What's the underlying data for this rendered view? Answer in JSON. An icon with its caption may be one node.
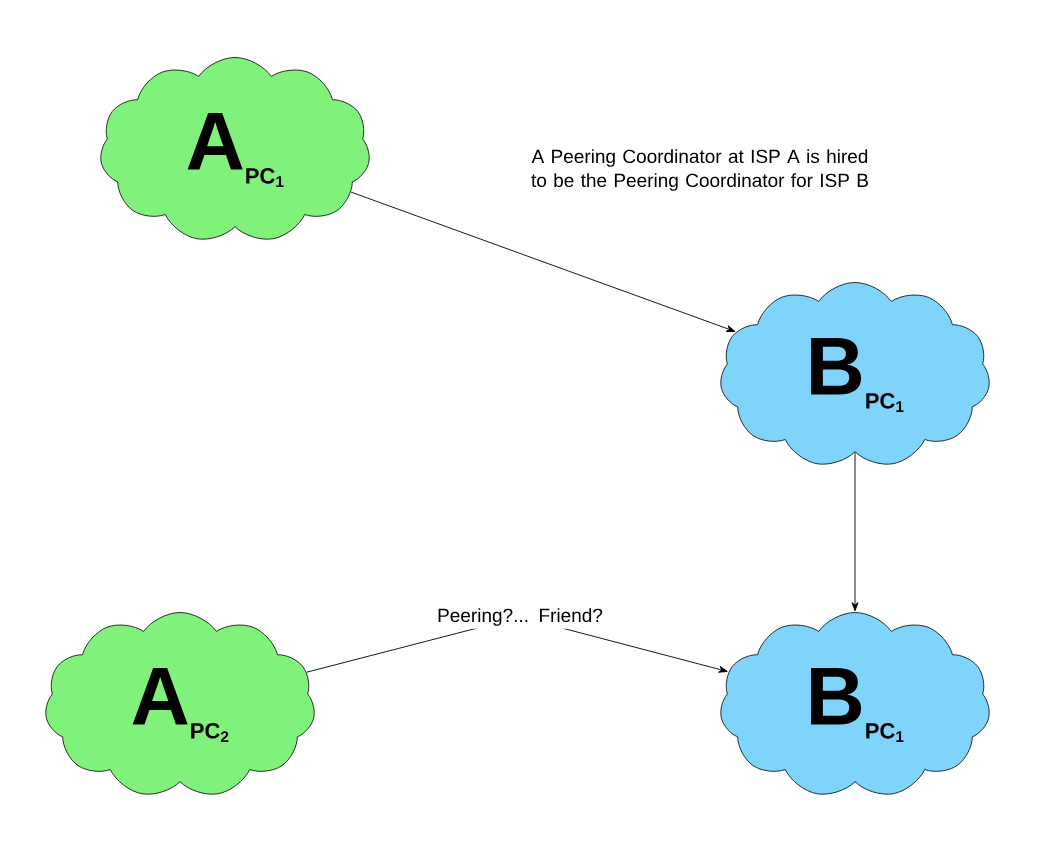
{
  "diagram": {
    "nodes": [
      {
        "text": [
          "A",
          "PC$_{1}$"
        ]
      },
      {
        "text": [
          "B",
          "PC$_{1}$"
        ]
      },
      {
        "text": [
          "A",
          "PC$_{2}$"
        ]
      },
      {
        "text": [
          "B",
          "PC$_{1}$"
        ]
      }
    ],
    "edges": [
      {
        "from": 0,
        "to": 1,
        "arrow": "to",
        "label": "A Peering Coordinator at ISP A is hired to be the Peering Coordinator for ISP B"
      },
      {
        "from": 1,
        "to": 3,
        "arrow": "to"
      },
      {
        "from": 2,
        "to": 3,
        "arrow": "to",
        "label": "Peering?... Friend?"
      }
    ]
  }
}
